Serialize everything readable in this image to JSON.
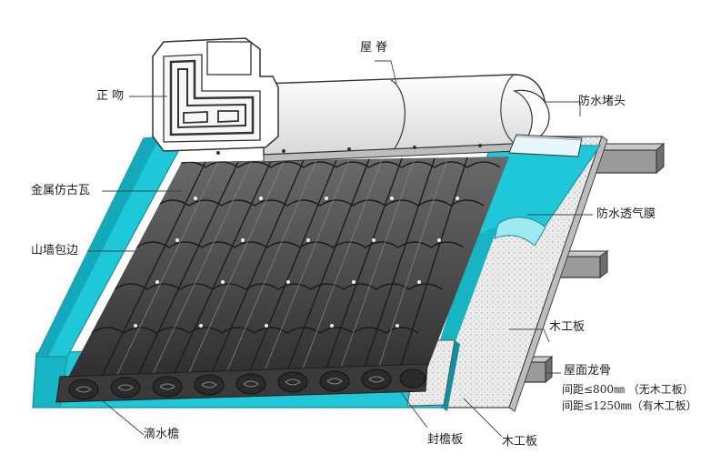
{
  "labels": {
    "ridge": "屋 脊",
    "ridge_end": "正 吻",
    "waterproof_plug": "防水堵头",
    "tile": "金属仿古瓦",
    "membrane": "防水透气膜",
    "gable_flashing": "山墙包边",
    "wood_board_upper": "木工板",
    "purlin": "屋面龙骨",
    "spacing_no_board": "间距≤800㎜ （无木工板）",
    "spacing_with_board": "间距≤1250㎜（有木工板）",
    "drip_eave": "滴水檐",
    "eave_board": "封檐板",
    "wood_board_lower": "木工板"
  },
  "colors": {
    "cyan": "#1ec8d8",
    "tile_dark": "#4a4a4a",
    "board_grey": "#e6e6e6"
  }
}
